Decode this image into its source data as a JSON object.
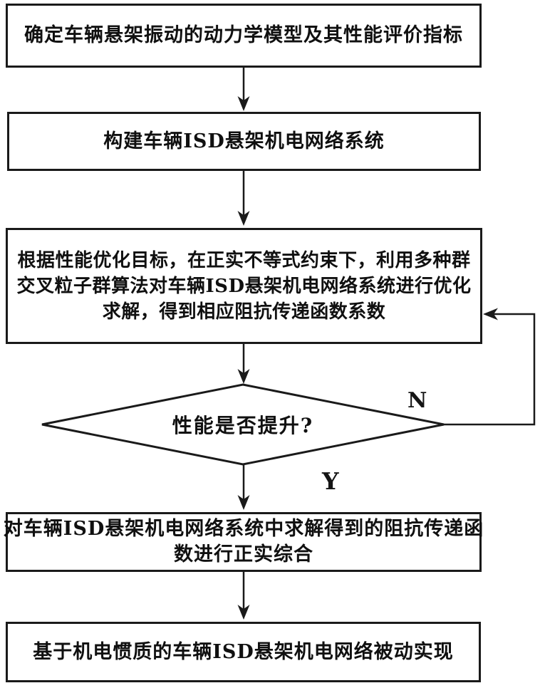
{
  "flowchart": {
    "steps": {
      "step1": {
        "text": "确定车辆悬架振动的动力学模型及其性能评价指标"
      },
      "step2": {
        "text": "构建车辆ISD悬架机电网络系统"
      },
      "step3": {
        "lines": [
          "根据性能优化目标，在正实不等式约束下，利用多种群",
          "交叉粒子群算法对车辆ISD悬架机电网络系统进行优化",
          "求解，得到相应阻抗传递函数系数"
        ]
      },
      "decision": {
        "text": "性能是否提升?"
      },
      "step4": {
        "lines": [
          "对车辆ISD悬架机电网络系统中求解得到的阻抗传递函",
          "数进行正实综合"
        ]
      },
      "step5": {
        "text": "基于机电惯质的车辆ISD悬架机电网络被动实现"
      }
    },
    "branch_labels": {
      "no": "N",
      "yes": "Y"
    },
    "colors": {
      "ink": "#1a1a1a",
      "background": "#ffffff"
    }
  }
}
